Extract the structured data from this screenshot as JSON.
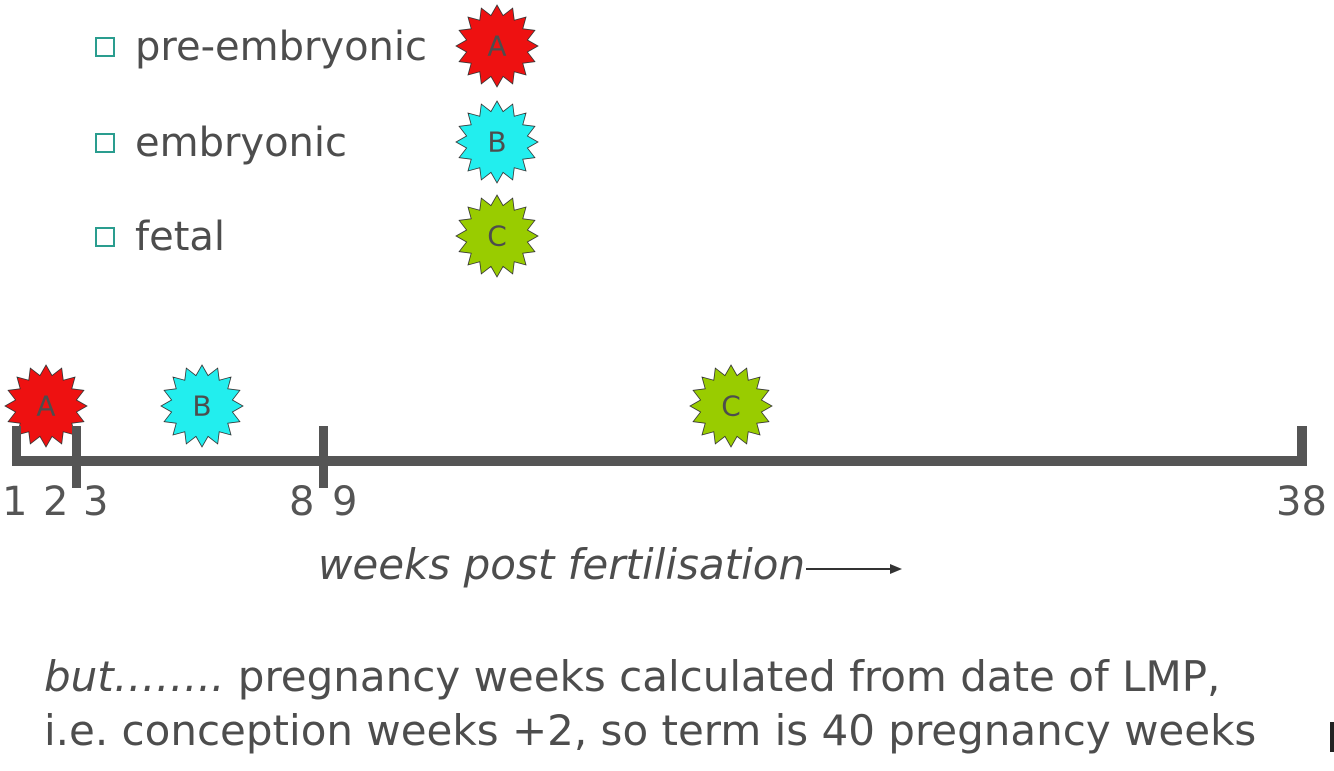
{
  "legend": {
    "items": [
      {
        "label": "pre-embryonic",
        "badge": "A",
        "color": "#ee1111"
      },
      {
        "label": "embryonic",
        "badge": "B",
        "color": "#22eeee"
      },
      {
        "label": "fetal",
        "badge": "C",
        "color": "#99cc00"
      }
    ]
  },
  "timeline": {
    "axis_caption": "weeks post fertilisation",
    "tick_labels": [
      "1",
      "2",
      "3",
      "8",
      "9",
      "38"
    ],
    "markers": [
      {
        "badge": "A",
        "color": "#ee1111"
      },
      {
        "badge": "B",
        "color": "#22eeee"
      },
      {
        "badge": "C",
        "color": "#99cc00"
      }
    ]
  },
  "note": {
    "lead": "but……..",
    "line1": " pregnancy weeks calculated from date of LMP,",
    "line2": "i.e. conception weeks +2, so term is 40 pregnancy weeks"
  }
}
